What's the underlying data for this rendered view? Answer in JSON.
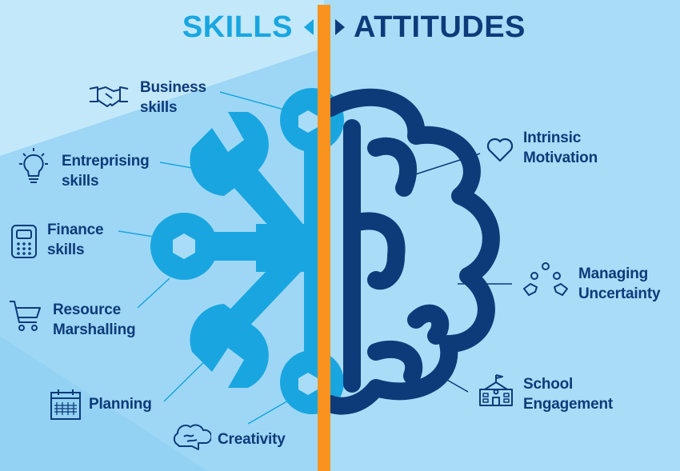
{
  "title": {
    "left": "SKILLS",
    "right": "ATTITUDES"
  },
  "skills": [
    {
      "id": "business",
      "line1": "Business",
      "line2": "skills",
      "icon": "handshake-icon"
    },
    {
      "id": "entreprising",
      "line1": "Entreprising",
      "line2": "skills",
      "icon": "lightbulb-icon"
    },
    {
      "id": "finance",
      "line1": "Finance",
      "line2": "skills",
      "icon": "calculator-icon"
    },
    {
      "id": "resource",
      "line1": "Resource",
      "line2": "Marshalling",
      "icon": "shopping-cart-icon"
    },
    {
      "id": "planning",
      "line1": "Planning",
      "line2": "",
      "icon": "calendar-icon"
    },
    {
      "id": "creativity",
      "line1": "Creativity",
      "line2": "",
      "icon": "cloud-brain-icon"
    }
  ],
  "attitudes": [
    {
      "id": "motivation",
      "line1": "Intrinsic",
      "line2": "Motivation",
      "icon": "heart-icon"
    },
    {
      "id": "uncertainty",
      "line1": "Managing",
      "line2": "Uncertainty",
      "icon": "juggling-hands-icon"
    },
    {
      "id": "school",
      "line1": "School",
      "line2": "Engagement",
      "icon": "school-building-icon"
    }
  ],
  "colors": {
    "skills_blue": "#19a6e0",
    "attitudes_navy": "#0d3b7a",
    "divider_orange": "#f7931e",
    "background_light": "#a9dcf7"
  }
}
